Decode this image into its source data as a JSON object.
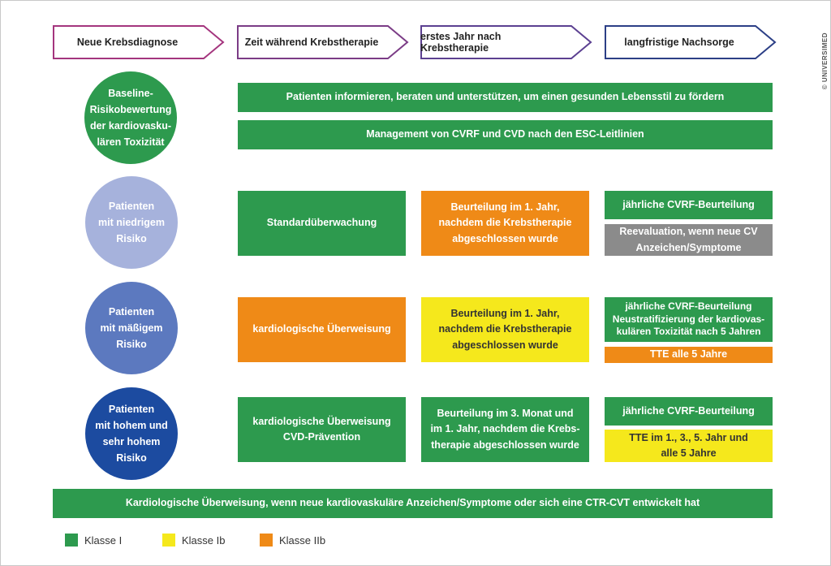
{
  "phases": [
    {
      "label": "Neue Krebsdiagnose",
      "color": "#a4357e"
    },
    {
      "label": "Zeit während Krebstherapie",
      "color": "#7b3c86"
    },
    {
      "label": "erstes Jahr nach Krebstherapie",
      "color": "#5c4091"
    },
    {
      "label": "langfristige Nachsorge",
      "color": "#2c3f86"
    }
  ],
  "copyright": "© UNIVERSIMED",
  "risk_groups": [
    {
      "label": "Baseline-\nRisikobewertung\nder kardiovasku-\nlären Toxizität",
      "color": "#2d9a4e"
    },
    {
      "label": "Patienten\nmit niedrigem\nRisiko",
      "color": "#a6b2dc"
    },
    {
      "label": "Patienten\nmit mäßigem\nRisiko",
      "color": "#5c79bf"
    },
    {
      "label": "Patienten\nmit hohem und\nsehr hohem\nRisiko",
      "color": "#1c4ba0"
    }
  ],
  "rows": {
    "baseline": {
      "bar1": "Patienten informieren, beraten und unterstützen, um einen gesunden Lebensstil zu fördern",
      "bar2": "Management von CVRF und CVD nach den ESC-Leitlinien"
    },
    "low": {
      "therapy": "Standardüberwachung",
      "year1": "Beurteilung im 1. Jahr,\nnachdem die Krebstherapie\nabgeschlossen wurde",
      "long_1": "jährliche CVRF-Beurteilung",
      "long_2": "Reevaluation, wenn neue CV\nAnzeichen/Symptome"
    },
    "moderate": {
      "therapy": "kardiologische Überweisung",
      "year1": "Beurteilung im 1. Jahr,\nnachdem die Krebstherapie\nabgeschlossen wurde",
      "long_1": "jährliche CVRF-Beurteilung\nNeustratifizierung der kardiovas-\nkulären Toxizität nach 5 Jahren",
      "long_2": "TTE alle 5 Jahre"
    },
    "high": {
      "therapy": "kardiologische Überweisung\nCVD-Prävention",
      "year1": "Beurteilung im 3. Monat und\nim 1. Jahr, nachdem die Krebs-\ntherapie abgeschlossen wurde",
      "long_1": "jährliche CVRF-Beurteilung",
      "long_2": "TTE im 1., 3., 5. Jahr und\nalle 5 Jahre"
    }
  },
  "bottom_bar": "Kardiologische Überweisung, wenn neue kardiovaskuläre Anzeichen/Symptome oder sich eine CTR-CVT entwickelt hat",
  "legend": [
    {
      "label": "Klasse I",
      "color": "#2d9a4e"
    },
    {
      "label": "Klasse Ib",
      "color": "#f5e81c"
    },
    {
      "label": "Klasse IIb",
      "color": "#ef8a17"
    }
  ]
}
